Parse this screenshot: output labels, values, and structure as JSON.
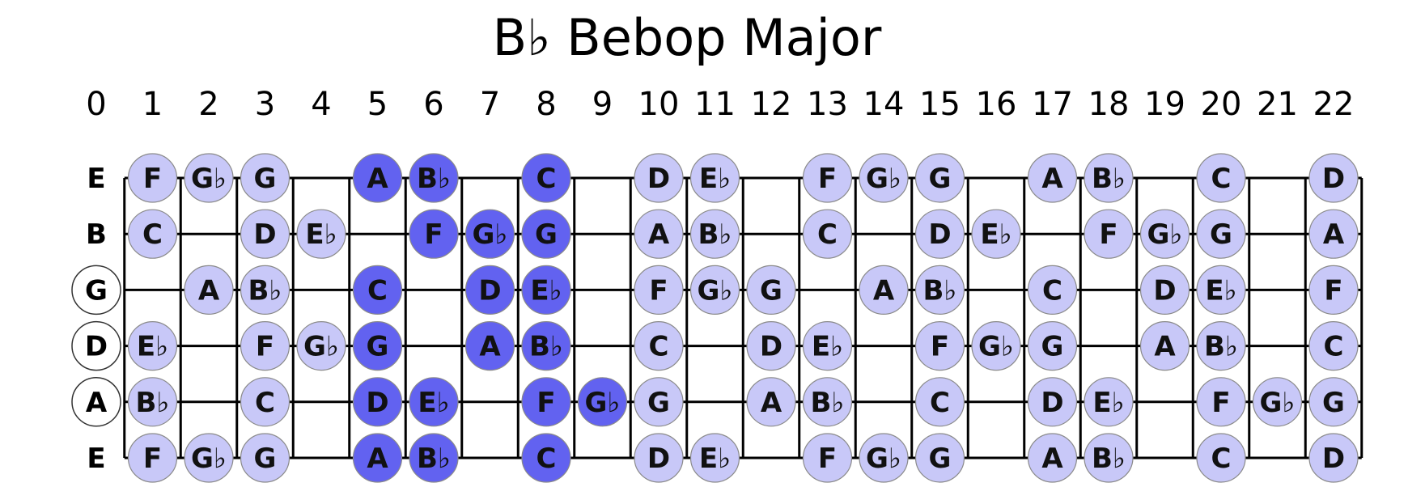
{
  "title": "B♭ Bebop Major",
  "fret_numbers": [
    "0",
    "1",
    "2",
    "3",
    "4",
    "5",
    "6",
    "7",
    "8",
    "9",
    "10",
    "11",
    "12",
    "13",
    "14",
    "15",
    "16",
    "17",
    "18",
    "19",
    "20",
    "21",
    "22"
  ],
  "strings": [
    {
      "label": "E",
      "open_circle": false
    },
    {
      "label": "B",
      "open_circle": false
    },
    {
      "label": "G",
      "open_circle": true
    },
    {
      "label": "D",
      "open_circle": true
    },
    {
      "label": "A",
      "open_circle": true
    },
    {
      "label": "E",
      "open_circle": false
    }
  ],
  "colors": {
    "note_light": "#c8c8f8",
    "note_dark": "#6262f0",
    "line": "#000000",
    "note_stroke": "#8a8a8a"
  },
  "notes": [
    {
      "string": 0,
      "fret": 1,
      "name": "F",
      "highlight": false
    },
    {
      "string": 0,
      "fret": 2,
      "name": "G♭",
      "highlight": false
    },
    {
      "string": 0,
      "fret": 3,
      "name": "G",
      "highlight": false
    },
    {
      "string": 0,
      "fret": 5,
      "name": "A",
      "highlight": true
    },
    {
      "string": 0,
      "fret": 6,
      "name": "B♭",
      "highlight": true
    },
    {
      "string": 0,
      "fret": 8,
      "name": "C",
      "highlight": true
    },
    {
      "string": 0,
      "fret": 10,
      "name": "D",
      "highlight": false
    },
    {
      "string": 0,
      "fret": 11,
      "name": "E♭",
      "highlight": false
    },
    {
      "string": 0,
      "fret": 13,
      "name": "F",
      "highlight": false
    },
    {
      "string": 0,
      "fret": 14,
      "name": "G♭",
      "highlight": false
    },
    {
      "string": 0,
      "fret": 15,
      "name": "G",
      "highlight": false
    },
    {
      "string": 0,
      "fret": 17,
      "name": "A",
      "highlight": false
    },
    {
      "string": 0,
      "fret": 18,
      "name": "B♭",
      "highlight": false
    },
    {
      "string": 0,
      "fret": 20,
      "name": "C",
      "highlight": false
    },
    {
      "string": 0,
      "fret": 22,
      "name": "D",
      "highlight": false
    },
    {
      "string": 1,
      "fret": 1,
      "name": "C",
      "highlight": false
    },
    {
      "string": 1,
      "fret": 3,
      "name": "D",
      "highlight": false
    },
    {
      "string": 1,
      "fret": 4,
      "name": "E♭",
      "highlight": false
    },
    {
      "string": 1,
      "fret": 6,
      "name": "F",
      "highlight": true
    },
    {
      "string": 1,
      "fret": 7,
      "name": "G♭",
      "highlight": true
    },
    {
      "string": 1,
      "fret": 8,
      "name": "G",
      "highlight": true
    },
    {
      "string": 1,
      "fret": 10,
      "name": "A",
      "highlight": false
    },
    {
      "string": 1,
      "fret": 11,
      "name": "B♭",
      "highlight": false
    },
    {
      "string": 1,
      "fret": 13,
      "name": "C",
      "highlight": false
    },
    {
      "string": 1,
      "fret": 15,
      "name": "D",
      "highlight": false
    },
    {
      "string": 1,
      "fret": 16,
      "name": "E♭",
      "highlight": false
    },
    {
      "string": 1,
      "fret": 18,
      "name": "F",
      "highlight": false
    },
    {
      "string": 1,
      "fret": 19,
      "name": "G♭",
      "highlight": false
    },
    {
      "string": 1,
      "fret": 20,
      "name": "G",
      "highlight": false
    },
    {
      "string": 1,
      "fret": 22,
      "name": "A",
      "highlight": false
    },
    {
      "string": 2,
      "fret": 2,
      "name": "A",
      "highlight": false
    },
    {
      "string": 2,
      "fret": 3,
      "name": "B♭",
      "highlight": false
    },
    {
      "string": 2,
      "fret": 5,
      "name": "C",
      "highlight": true
    },
    {
      "string": 2,
      "fret": 7,
      "name": "D",
      "highlight": true
    },
    {
      "string": 2,
      "fret": 8,
      "name": "E♭",
      "highlight": true
    },
    {
      "string": 2,
      "fret": 10,
      "name": "F",
      "highlight": false
    },
    {
      "string": 2,
      "fret": 11,
      "name": "G♭",
      "highlight": false
    },
    {
      "string": 2,
      "fret": 12,
      "name": "G",
      "highlight": false
    },
    {
      "string": 2,
      "fret": 14,
      "name": "A",
      "highlight": false
    },
    {
      "string": 2,
      "fret": 15,
      "name": "B♭",
      "highlight": false
    },
    {
      "string": 2,
      "fret": 17,
      "name": "C",
      "highlight": false
    },
    {
      "string": 2,
      "fret": 19,
      "name": "D",
      "highlight": false
    },
    {
      "string": 2,
      "fret": 20,
      "name": "E♭",
      "highlight": false
    },
    {
      "string": 2,
      "fret": 22,
      "name": "F",
      "highlight": false
    },
    {
      "string": 3,
      "fret": 1,
      "name": "E♭",
      "highlight": false
    },
    {
      "string": 3,
      "fret": 3,
      "name": "F",
      "highlight": false
    },
    {
      "string": 3,
      "fret": 4,
      "name": "G♭",
      "highlight": false
    },
    {
      "string": 3,
      "fret": 5,
      "name": "G",
      "highlight": true
    },
    {
      "string": 3,
      "fret": 7,
      "name": "A",
      "highlight": true
    },
    {
      "string": 3,
      "fret": 8,
      "name": "B♭",
      "highlight": true
    },
    {
      "string": 3,
      "fret": 10,
      "name": "C",
      "highlight": false
    },
    {
      "string": 3,
      "fret": 12,
      "name": "D",
      "highlight": false
    },
    {
      "string": 3,
      "fret": 13,
      "name": "E♭",
      "highlight": false
    },
    {
      "string": 3,
      "fret": 15,
      "name": "F",
      "highlight": false
    },
    {
      "string": 3,
      "fret": 16,
      "name": "G♭",
      "highlight": false
    },
    {
      "string": 3,
      "fret": 17,
      "name": "G",
      "highlight": false
    },
    {
      "string": 3,
      "fret": 19,
      "name": "A",
      "highlight": false
    },
    {
      "string": 3,
      "fret": 20,
      "name": "B♭",
      "highlight": false
    },
    {
      "string": 3,
      "fret": 22,
      "name": "C",
      "highlight": false
    },
    {
      "string": 4,
      "fret": 1,
      "name": "B♭",
      "highlight": false
    },
    {
      "string": 4,
      "fret": 3,
      "name": "C",
      "highlight": false
    },
    {
      "string": 4,
      "fret": 5,
      "name": "D",
      "highlight": true
    },
    {
      "string": 4,
      "fret": 6,
      "name": "E♭",
      "highlight": true
    },
    {
      "string": 4,
      "fret": 8,
      "name": "F",
      "highlight": true
    },
    {
      "string": 4,
      "fret": 9,
      "name": "G♭",
      "highlight": true
    },
    {
      "string": 4,
      "fret": 10,
      "name": "G",
      "highlight": false
    },
    {
      "string": 4,
      "fret": 12,
      "name": "A",
      "highlight": false
    },
    {
      "string": 4,
      "fret": 13,
      "name": "B♭",
      "highlight": false
    },
    {
      "string": 4,
      "fret": 15,
      "name": "C",
      "highlight": false
    },
    {
      "string": 4,
      "fret": 17,
      "name": "D",
      "highlight": false
    },
    {
      "string": 4,
      "fret": 18,
      "name": "E♭",
      "highlight": false
    },
    {
      "string": 4,
      "fret": 20,
      "name": "F",
      "highlight": false
    },
    {
      "string": 4,
      "fret": 21,
      "name": "G♭",
      "highlight": false
    },
    {
      "string": 4,
      "fret": 22,
      "name": "G",
      "highlight": false
    },
    {
      "string": 5,
      "fret": 1,
      "name": "F",
      "highlight": false
    },
    {
      "string": 5,
      "fret": 2,
      "name": "G♭",
      "highlight": false
    },
    {
      "string": 5,
      "fret": 3,
      "name": "G",
      "highlight": false
    },
    {
      "string": 5,
      "fret": 5,
      "name": "A",
      "highlight": true
    },
    {
      "string": 5,
      "fret": 6,
      "name": "B♭",
      "highlight": true
    },
    {
      "string": 5,
      "fret": 8,
      "name": "C",
      "highlight": true
    },
    {
      "string": 5,
      "fret": 10,
      "name": "D",
      "highlight": false
    },
    {
      "string": 5,
      "fret": 11,
      "name": "E♭",
      "highlight": false
    },
    {
      "string": 5,
      "fret": 13,
      "name": "F",
      "highlight": false
    },
    {
      "string": 5,
      "fret": 14,
      "name": "G♭",
      "highlight": false
    },
    {
      "string": 5,
      "fret": 15,
      "name": "G",
      "highlight": false
    },
    {
      "string": 5,
      "fret": 17,
      "name": "A",
      "highlight": false
    },
    {
      "string": 5,
      "fret": 18,
      "name": "B♭",
      "highlight": false
    },
    {
      "string": 5,
      "fret": 20,
      "name": "C",
      "highlight": false
    },
    {
      "string": 5,
      "fret": 22,
      "name": "D",
      "highlight": false
    }
  ]
}
